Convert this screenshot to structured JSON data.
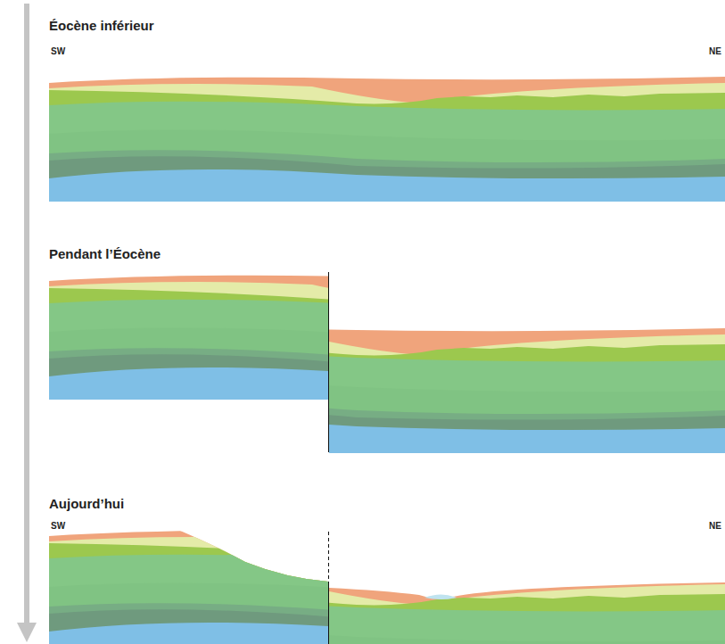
{
  "diagram": {
    "labels": [
      "Éocène inférieur",
      "SW",
      "NE",
      "Pendant l’Éocène",
      "Aujourd’hui",
      "SW",
      "NE"
    ]
  }
}
